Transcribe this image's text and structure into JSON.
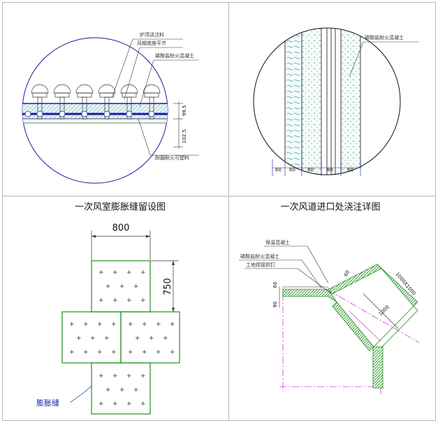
{
  "panels": {
    "top_left": {
      "labels": [
        "炉顶浇注料",
        "风帽底座平齐",
        "磷酸盐耐火混凝土",
        "耐磨耐火可塑料"
      ],
      "dims": [
        "99.5",
        "102.5"
      ]
    },
    "top_right": {
      "labels": [
        "磷酸盐耐火混凝土"
      ],
      "dims": [
        "60",
        "60",
        "80",
        "80",
        "60"
      ]
    },
    "bottom_left": {
      "caption": "一次风室膨胀缝留设图",
      "dims": [
        "800",
        "750"
      ],
      "expansion_label": "膨胀缝"
    },
    "bottom_right": {
      "caption": "一次风道进口处浇注详图",
      "labels": [
        "保温混凝土",
        "磷酸盐耐火混凝土",
        "工地焊接抓钉"
      ],
      "dims": [
        "60",
        "90",
        "60",
        "1000X1000",
        "1000"
      ]
    }
  },
  "colors": {
    "border": "#b8b8b8",
    "outline": "#1a1aa8",
    "green": "#1f8f1f",
    "magenta": "#d63cd6",
    "hatch": "#3a9a9a"
  }
}
